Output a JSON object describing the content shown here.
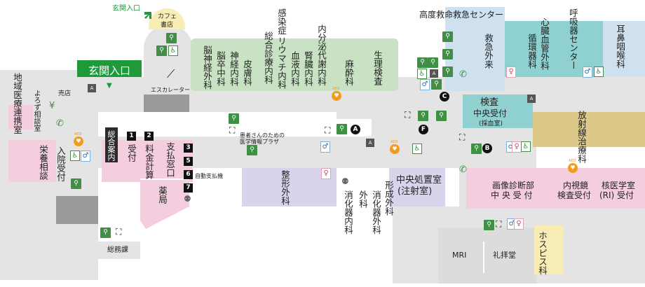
{
  "entrance_top": "玄関入口",
  "main_entrance": "玄関入口",
  "labels": {
    "cafe": "カフェ",
    "bookstore": "書店",
    "escalator": "エスカレーター",
    "chiiki": "地域医療連携室",
    "yorozu": "よろず相談室",
    "shop": "売店",
    "eiyo": "栄養相談",
    "nyuin": "入院受付",
    "sogo_annai": "総合案内",
    "uketsuke": "受付",
    "ryokin": "料金計算",
    "shiharai": "支払窓口",
    "yakkyoku": "薬局",
    "jidou": "自動支払機",
    "somuka": "総務課",
    "plaza_line1": "患者さんのための",
    "plaza_line2": "医学情報プラザ",
    "seikei": "整形外科",
    "shoukaki_naika": "消化器内科",
    "geka": "外科",
    "shoukaki_geka": "消化器外科",
    "keisei_geka": "形成外科",
    "chuo_shochi": "中央処置室",
    "chusha": "(注射室)",
    "kensa": "検査",
    "chuo_uketsuke": "中央受付",
    "saiketsu": "(採血室)",
    "houshasen": "放射線治療科",
    "gazou1": "画像診断部",
    "gazou2": "中 央 受 付",
    "naishikyo1": "内視鏡",
    "naishikyo2": "検査受付",
    "kaku1": "核医学室",
    "kaku2": "(RI) 受付",
    "mri": "MRI",
    "reihai": "礼拝堂",
    "hospice": "ホスピス科",
    "koudo": "高度救命救急センター",
    "kyukyu": "救急外来",
    "shinzou": "心臓血管外科",
    "junkanki": "循環器科",
    "kokyuki": "呼吸器センター",
    "jibi": "耳鼻咽喉科",
    "nou_shinkei_geka": "脳神経外科",
    "nou_sotchu": "脳卒中科",
    "shinkei_naika": "神経内科",
    "hifu": "皮膚科",
    "kansen": "感染症",
    "riumachi": "リウマチ内科",
    "sogo_shinryo": "総合診療内科",
    "ketsueki": "血液内科",
    "jinzou": "腎臓内科",
    "naibunpi": "内分泌代謝内科",
    "masui": "麻酔科",
    "seiri": "生理検査"
  },
  "markers": {
    "n1": "1",
    "n2": "2",
    "n3": "3",
    "n5": "5",
    "n6": "6",
    "n7": "7",
    "A": "A",
    "B": "B",
    "C": "C",
    "F": "F"
  },
  "aed_label": "AED",
  "colors": {
    "green_dept": "#c8e2c3",
    "blue_dept": "#cfe0ef",
    "teal_dept": "#8fd0d0",
    "pink_dept": "#f4cede",
    "lavender_dept": "#d9d3ec",
    "tan_dept": "#dcc888",
    "cream_dept": "#f8eeb5",
    "entrance_green": "#1f9a3a"
  }
}
